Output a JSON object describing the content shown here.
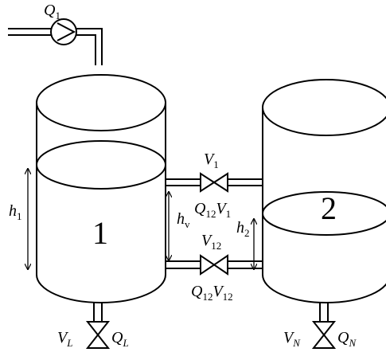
{
  "pump": {
    "symbol": "Q",
    "sub": "1"
  },
  "tank1": {
    "label": "1",
    "level": {
      "symbol": "h",
      "sub": "1"
    }
  },
  "tank2": {
    "label": "2",
    "level": {
      "symbol": "h",
      "sub": "2"
    }
  },
  "connection": {
    "level": {
      "symbol": "h",
      "sub": "v"
    }
  },
  "valve_v1": {
    "symbol": "V",
    "sub": "1"
  },
  "valve_v12": {
    "symbol": "V",
    "sub": "12"
  },
  "flow_upper": {
    "q_symbol": "Q",
    "q_sub": "12",
    "v_symbol": "V",
    "v_sub": "1"
  },
  "flow_lower": {
    "q_symbol": "Q",
    "q_sub": "12",
    "v_symbol": "V",
    "v_sub": "12"
  },
  "drain_left": {
    "valve_symbol": "V",
    "valve_sub": "L",
    "flow_symbol": "Q",
    "flow_sub": "L"
  },
  "drain_right": {
    "valve_symbol": "V",
    "valve_sub": "N",
    "flow_symbol": "Q",
    "flow_sub": "N"
  }
}
